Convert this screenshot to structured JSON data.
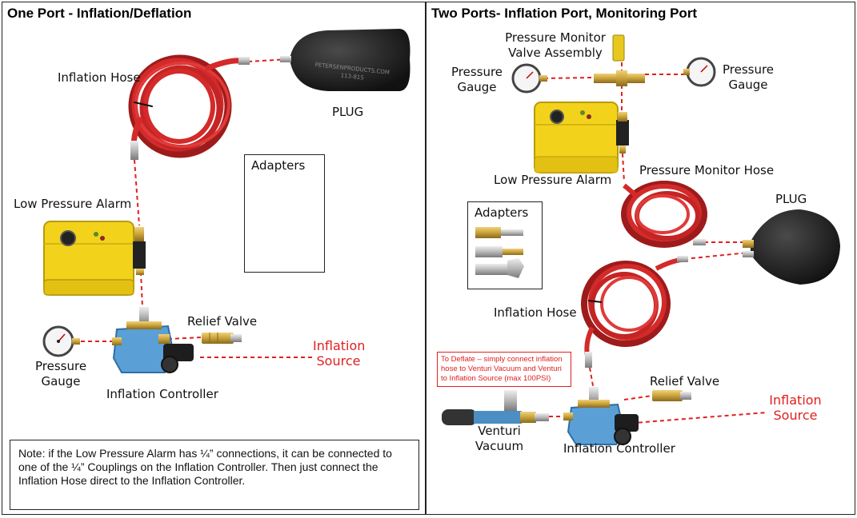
{
  "left_panel": {
    "title": "One Port - Inflation/Deflation",
    "labels": {
      "inflation_hose": "Inflation Hose",
      "plug": "PLUG",
      "plug_text": "PETERSENPRODUCTS.COM",
      "plug_subtext": "113-815",
      "low_pressure_alarm": "Low Pressure Alarm",
      "relief_valve": "Relief Valve",
      "inflation_source_line1": "Inflation",
      "inflation_source_line2": "Source",
      "pressure_gauge_line1": "Pressure",
      "pressure_gauge_line2": "Gauge",
      "inflation_controller": "Inflation Controller"
    },
    "adapters_title": "Adapters",
    "note": "Note: if the Low Pressure Alarm has ¼” connections, it can be connected to one of the ¼” Couplings on the Inflation Controller. Then just connect the Inflation Hose direct to the Inflation Controller."
  },
  "right_panel": {
    "title": "Two Ports- Inflation Port, Monitoring Port",
    "labels": {
      "pressure_monitor_line1": "Pressure Monitor",
      "pressure_monitor_line2": "Valve Assembly",
      "pressure_gauge_left_line1": "Pressure",
      "pressure_gauge_left_line2": "Gauge",
      "pressure_gauge_right_line1": "Pressure",
      "pressure_gauge_right_line2": "Gauge",
      "low_pressure_alarm": "Low Pressure Alarm",
      "pressure_monitor_hose": "Pressure Monitor Hose",
      "plug": "PLUG",
      "inflation_hose": "Inflation Hose",
      "relief_valve": "Relief Valve",
      "inflation_source_line1": "Inflation",
      "inflation_source_line2": "Source",
      "venturi_line1": "Venturi",
      "venturi_line2": "Vacuum",
      "inflation_controller": "Inflation Controller"
    },
    "adapters_title": "Adapters",
    "deflate_note": "To Deflate – simply connect inflation hose to Venturi Vacuum and Venturi to Inflation Source (max 100PSI)"
  },
  "colors": {
    "hose_red": "#d42a2a",
    "hose_dark": "#9e1b1b",
    "dash_red": "#e02020",
    "alarm_yellow": "#f2d21b",
    "controller_blue": "#5a9fd6",
    "brass": "#c9a23a",
    "plug_black": "#1e1e1e"
  }
}
